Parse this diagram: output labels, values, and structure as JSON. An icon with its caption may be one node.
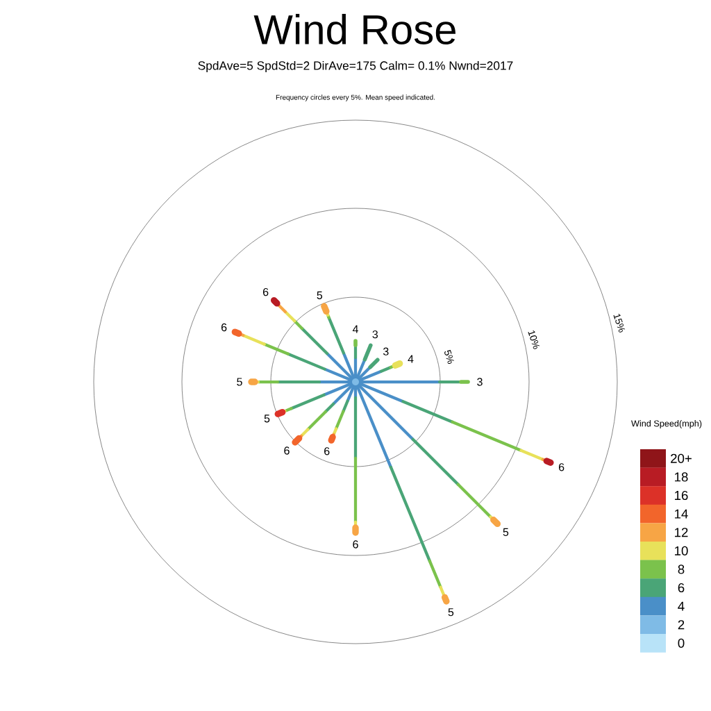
{
  "diagram": {
    "title": "Wind Rose",
    "labels": [
      "SpdAve=5  SpdStd=2  DirAve=175   Calm= 0.1%  Nwnd=2017",
      "Frequency circles every 5%. Mean speed indicated.",
      "5%",
      "10%",
      "15%",
      "4",
      "3",
      "3",
      "4",
      "3",
      "6",
      "5",
      "5",
      "6",
      "6",
      "6",
      "5",
      "5",
      "6",
      "6",
      "5",
      "Wind Speed(mph)"
    ],
    "legend": [
      {
        "text": "20+",
        "color": "#8f1519"
      },
      {
        "text": "18",
        "color": "#b81c24"
      },
      {
        "text": "16",
        "color": "#dc3128"
      },
      {
        "text": "14",
        "color": "#f2652b"
      },
      {
        "text": "12",
        "color": "#f7a545"
      },
      {
        "text": "10",
        "color": "#e8e15a"
      },
      {
        "text": "8",
        "color": "#7bc24c"
      },
      {
        "text": "6",
        "color": "#4aa577"
      },
      {
        "text": "4",
        "color": "#4a8fc8"
      },
      {
        "text": "2",
        "color": "#7fbbe6"
      },
      {
        "text": "0",
        "color": "#b8e3f8"
      }
    ]
  }
}
